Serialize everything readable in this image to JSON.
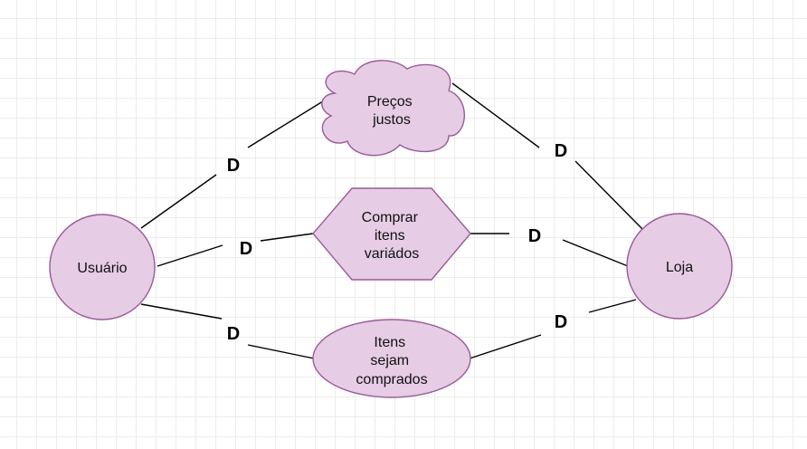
{
  "nodes": {
    "usuario": {
      "label": "Usuário"
    },
    "loja": {
      "label": "Loja"
    },
    "precos": {
      "lines": [
        "Preços",
        "justos"
      ]
    },
    "comprar": {
      "lines": [
        "Comprar",
        "itens",
        "variádos"
      ]
    },
    "itens": {
      "lines": [
        "Itens",
        "sejam",
        "comprados"
      ]
    }
  },
  "dependency_marks": [
    "D",
    "D",
    "D",
    "D",
    "D",
    "D"
  ],
  "colors": {
    "node_fill": "#e6cce5",
    "node_stroke": "#9a5b97",
    "edge": "#000000"
  }
}
